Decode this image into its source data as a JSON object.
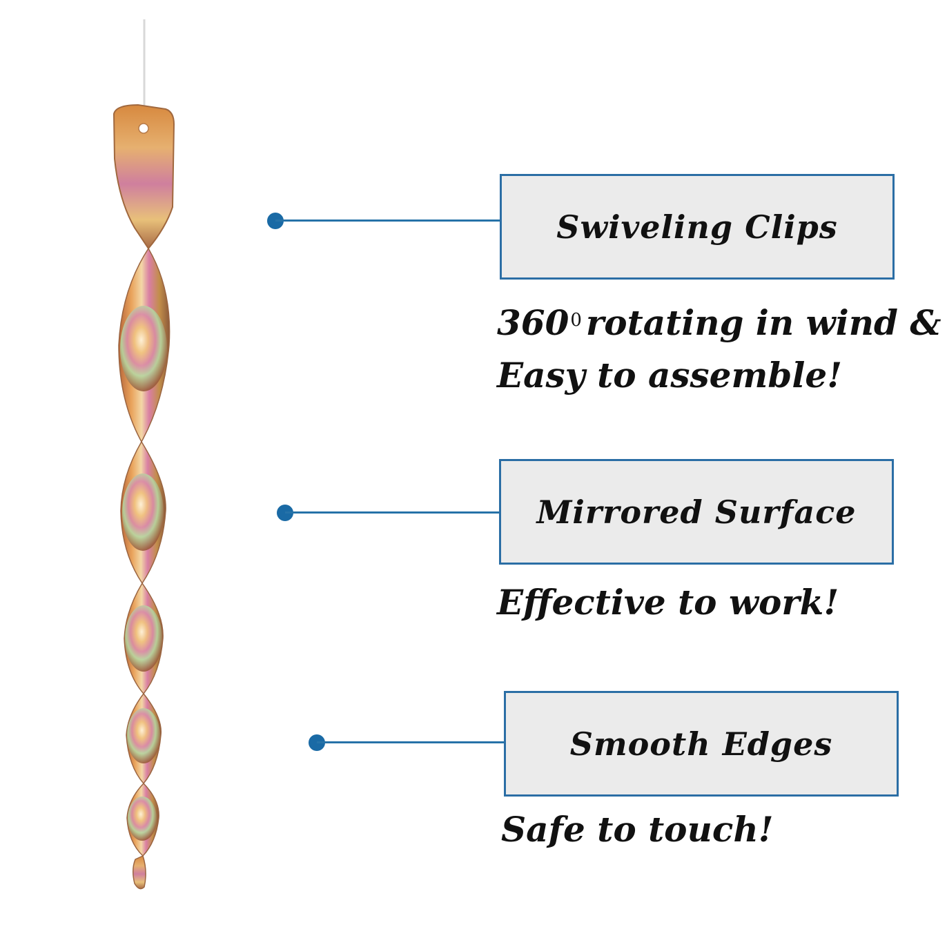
{
  "features": [
    {
      "title": "Swiveling Clips",
      "desc_part1": "360",
      "degree_symbol": "0",
      "desc_part2": "rotating in wind &",
      "desc_line2": "Easy to assemble!"
    },
    {
      "title": "Mirrored Surface",
      "desc_line1": "Effective to work!"
    },
    {
      "title": "Smooth Edges",
      "desc_line1": "Safe to touch!"
    }
  ],
  "colors": {
    "accent": "#2b6ea5",
    "box_fill": "#ebebeb",
    "text": "#111111"
  },
  "icons": {
    "product": "iridescent-spiral-reflector"
  }
}
